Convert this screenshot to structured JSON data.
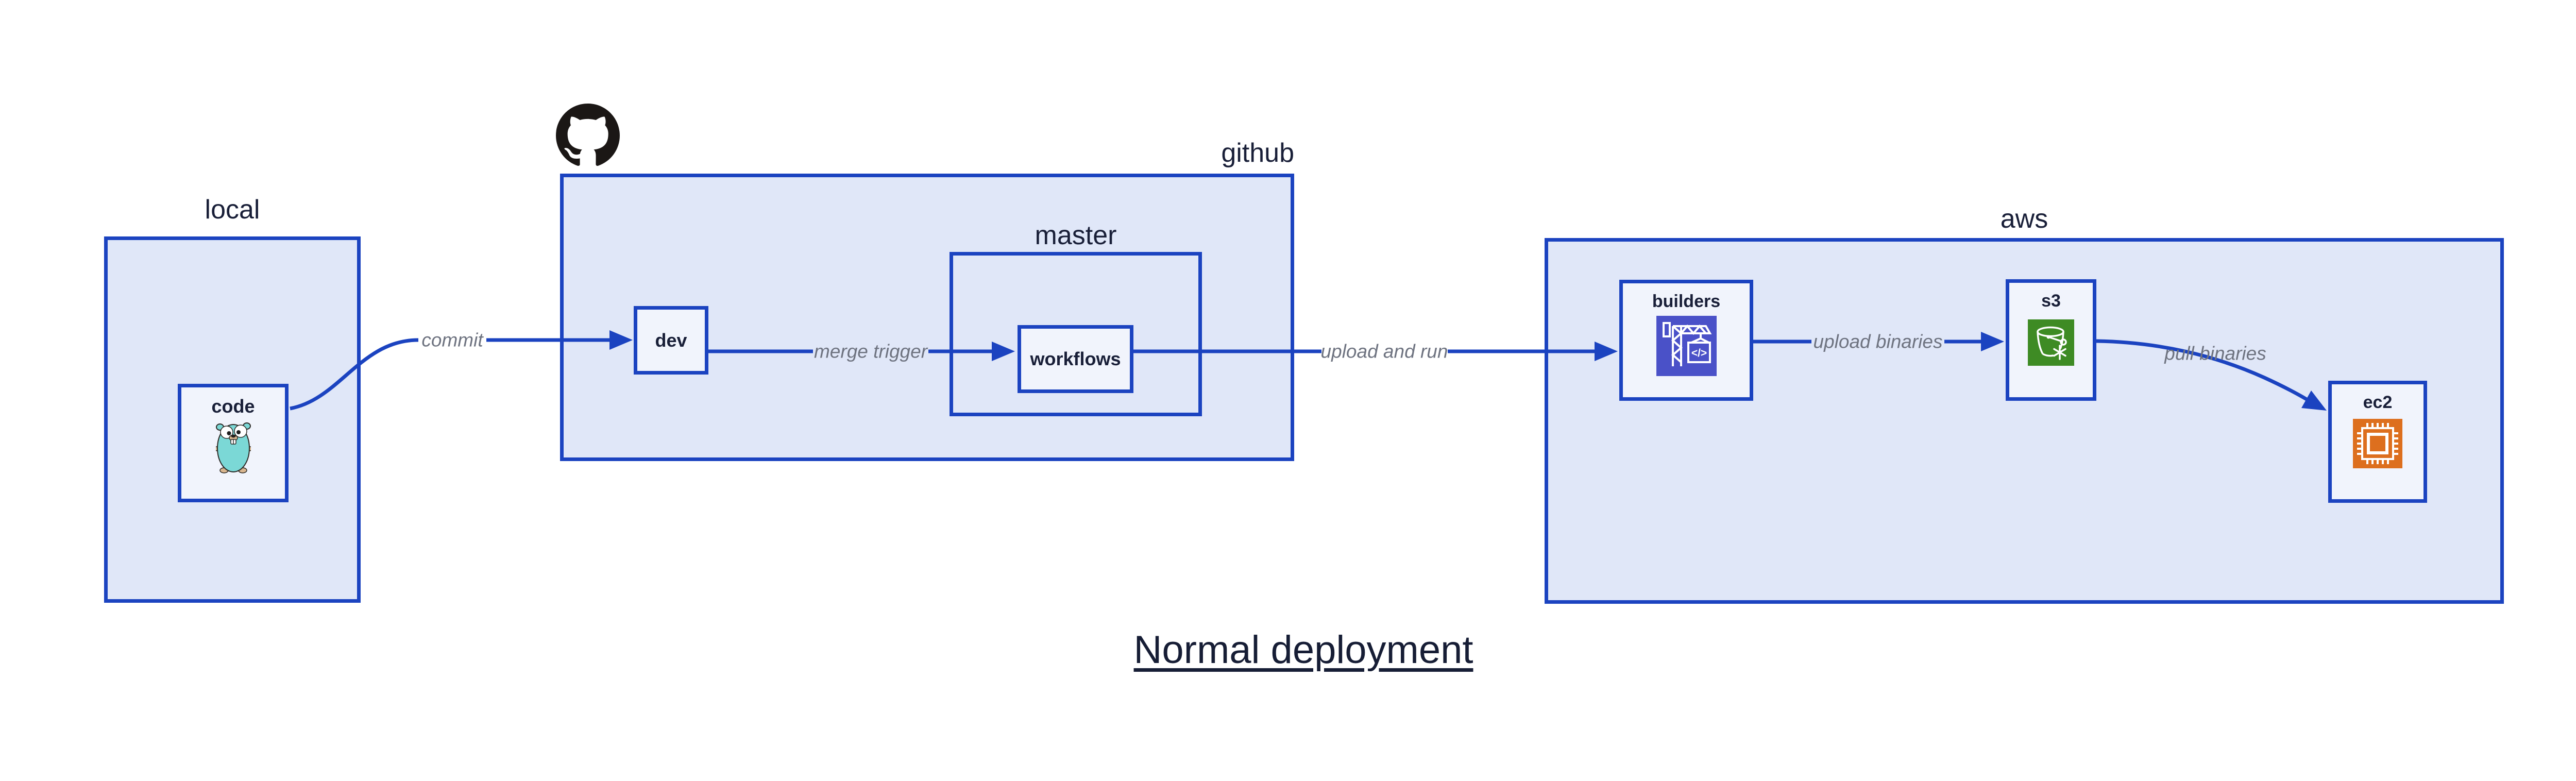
{
  "title": {
    "text": "Normal deployment"
  },
  "sections": {
    "local": {
      "label": "local"
    },
    "github": {
      "label": "github"
    },
    "master": {
      "label": "master"
    },
    "aws": {
      "label": "aws"
    }
  },
  "nodes": {
    "code": {
      "label": "code"
    },
    "dev": {
      "label": "dev"
    },
    "workflows": {
      "label": "workflows"
    },
    "builders": {
      "label": "builders"
    },
    "s3": {
      "label": "s3"
    },
    "ec2": {
      "label": "ec2"
    }
  },
  "edges": [
    {
      "from": "code",
      "to": "dev",
      "label": "commit"
    },
    {
      "from": "dev",
      "to": "workflows",
      "label": "merge trigger"
    },
    {
      "from": "workflows",
      "to": "builders",
      "label": "upload and run"
    },
    {
      "from": "builders",
      "to": "s3",
      "label": "upload binaries"
    },
    {
      "from": "s3",
      "to": "ec2",
      "label": "pull binaries"
    }
  ],
  "icons": {
    "github": "octocat-icon",
    "code": "go-gopher-icon",
    "builders": "codebuild-crane-icon",
    "s3": "s3-bucket-icon",
    "ec2": "ec2-chip-icon",
    "codebuild_glyph": "</>"
  },
  "colors": {
    "blue": "#1b43c0",
    "container_fill": "#e0e7f8",
    "node_fill": "#f1f4fc",
    "navy": "#191f38",
    "gray": "#6e7380",
    "octocat": "#1b1715",
    "gopher": "#7bd8d6",
    "indigo": "#4a51c8",
    "green": "#3e8b24",
    "orange": "#dd6f1e"
  }
}
